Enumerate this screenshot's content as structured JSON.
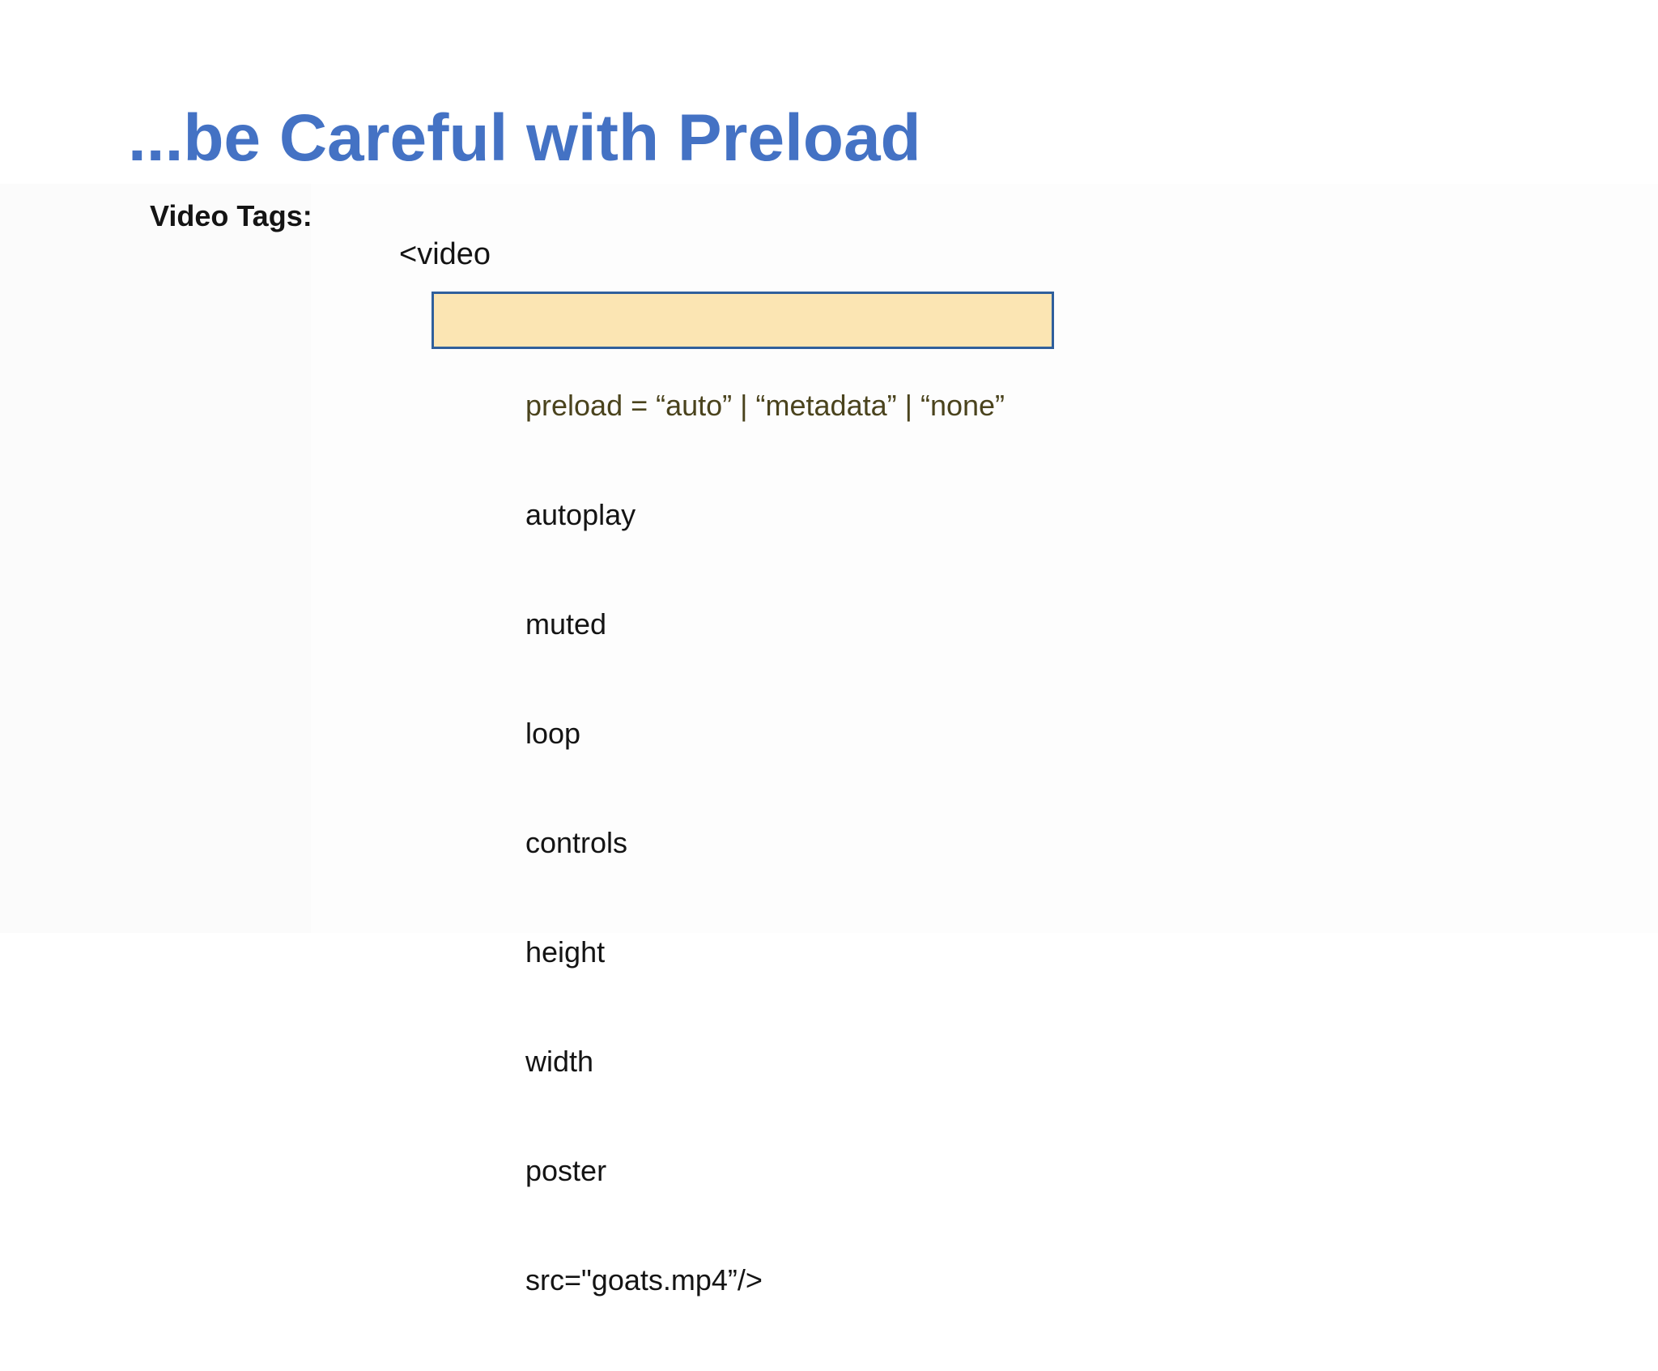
{
  "slide": {
    "title": "...be Careful with Preload",
    "section_label": "Video Tags:",
    "code": {
      "tag_open": "<video",
      "lines": [
        "preload = “auto” | “metadata” | “none”",
        "autoplay",
        "muted",
        "loop",
        "controls",
        "height",
        "width",
        "poster",
        "src=\"goats.mp4”/>"
      ]
    },
    "colors": {
      "title": "#4472C4",
      "body_text": "#141414",
      "highlight_fill": "#FBE5B3",
      "highlight_border": "#2F5F9C",
      "highlight_text": "#4A431D"
    }
  }
}
